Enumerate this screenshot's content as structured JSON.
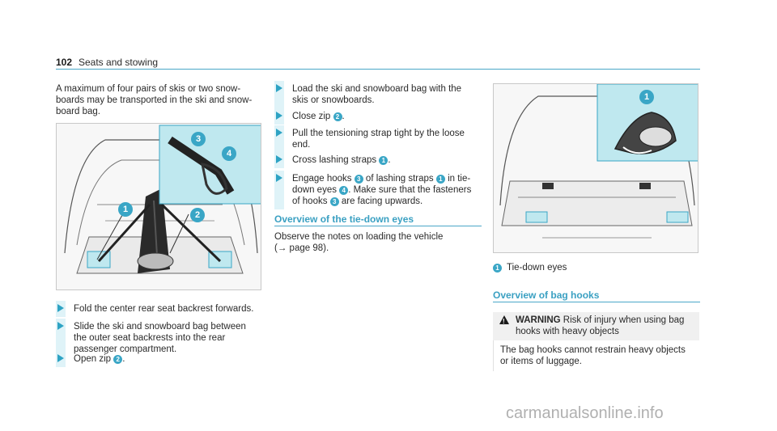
{
  "header": {
    "page_number": "102",
    "section": "Seats and stowing"
  },
  "intro": "A maximum of four pairs of skis or two snow-boards may be transported in the ski and snow-board bag.",
  "figure1": {
    "callouts": [
      "1",
      "2",
      "3",
      "4"
    ]
  },
  "steps_left": [
    {
      "parts": [
        "Fold the center rear seat backrest forwards."
      ]
    },
    {
      "parts": [
        "Slide the ski and snowboard bag between the outer seat backrests into the rear passenger compartment."
      ]
    },
    {
      "parts": [
        "Open zip ",
        "2",
        "."
      ]
    }
  ],
  "steps_mid": [
    {
      "parts": [
        "Load the ski and snowboard bag with the skis or snowboards."
      ]
    },
    {
      "parts": [
        "Close zip ",
        "2",
        "."
      ]
    },
    {
      "parts": [
        "Pull the tensioning strap tight by the loose end."
      ]
    },
    {
      "parts": [
        "Cross lashing straps ",
        "1",
        "."
      ]
    },
    {
      "parts": [
        "Engage hooks ",
        "3",
        " of lashing straps ",
        "1",
        " in tie-down eyes ",
        "4",
        ". Make sure that the fasteners of hooks ",
        "3",
        " are facing upwards."
      ]
    }
  ],
  "tiedown": {
    "heading": "Overview of the tie-down eyes",
    "text": "Observe the notes on loading the vehicle",
    "ref_arrow": "(→",
    "ref_page": "page 98)."
  },
  "figure2": {
    "callout": "1",
    "caption_num": "1",
    "caption_text": "Tie-down eyes"
  },
  "bag_hooks": {
    "heading": "Overview of bag hooks",
    "warning_title": "WARNING",
    "warning_text": "Risk of injury when using bag hooks with heavy objects",
    "warning_body": "The bag hooks cannot restrain heavy objects or items of luggage."
  },
  "footer": "carmanualsonline.info",
  "colors": {
    "accent": "#3aa6c6",
    "highlight": "#bfe8ef"
  }
}
